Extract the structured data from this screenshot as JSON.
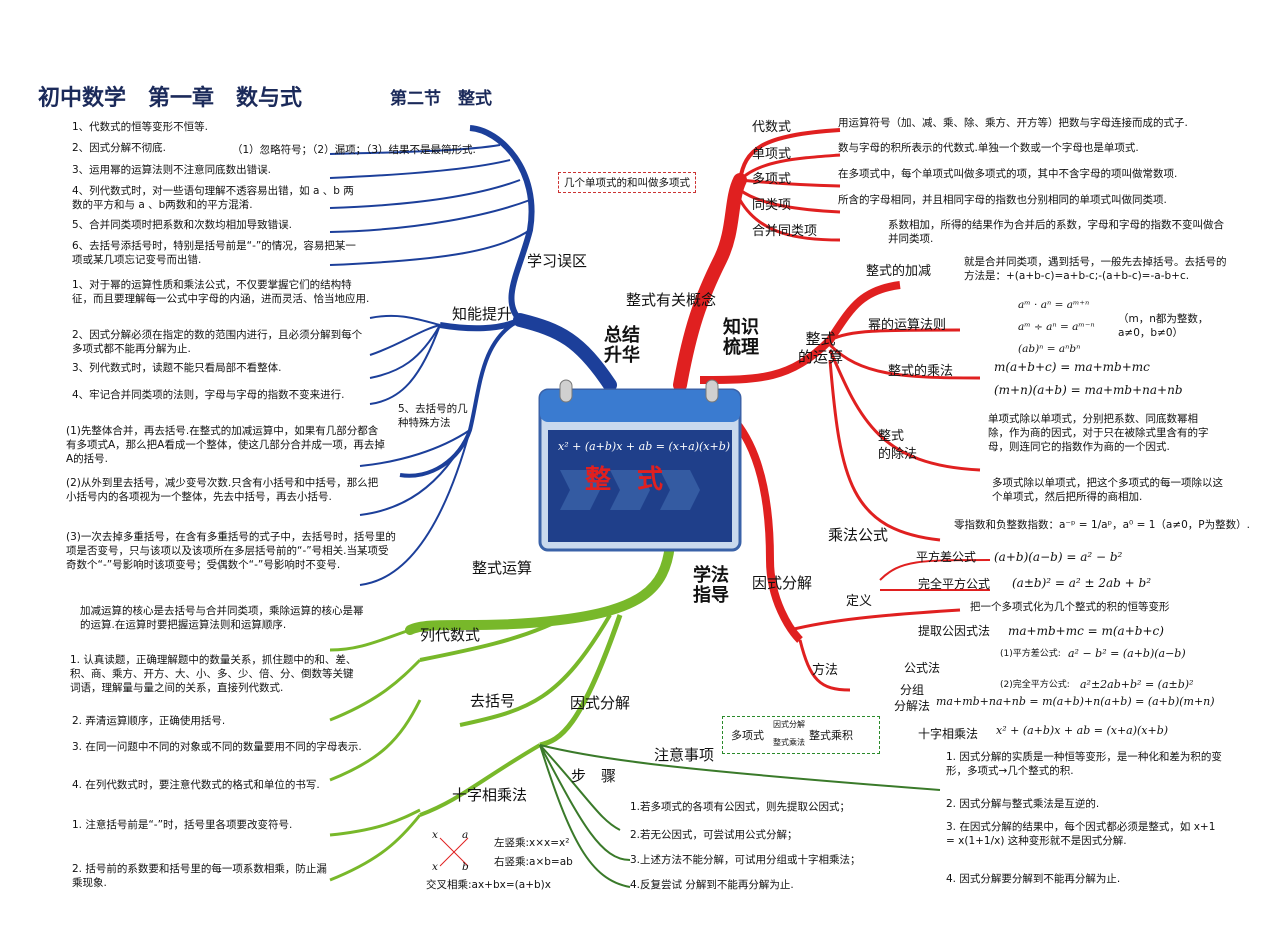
{
  "title": "初中数学　第一章　数与式",
  "subtitle": "第二节　整式",
  "colors": {
    "blue": "#1c3f9a",
    "red": "#e02020",
    "green": "#78b82a",
    "darkgreen": "#3a7a2a",
    "title": "#1b2a5a"
  },
  "center": {
    "title": "整　式",
    "formula": "x² + (a+b)x + ab = (x+a)(x+b)"
  },
  "quadrants": {
    "summary": "总结\n升华",
    "knowledge": "知识\n梳理",
    "method": "学法\n指导"
  },
  "blue": {
    "mistakes_label": "学习误区",
    "mistakes": [
      "1、代数式的恒等变形不恒等.",
      "2、因式分解不彻底.",
      "3、运用幂的运算法则不注意同底数出错误.",
      "4、列代数式时，对一些语句理解不透容易出错，如 a 、b 两数的平方和与 a 、b两数和的平方混淆.",
      "5、合并同类项时把系数和次数均相加导致错误.",
      "6、去括号添括号时，特别是括号前是“-”的情况，容易把某一项或某几项忘记变号而出错."
    ],
    "mistake2_detail": "（1）忽略符号；（2）漏项；（3）结果不是最简形式.",
    "ability_label": "知能提升",
    "ability": [
      "1、对于幂的运算性质和乘法公式，不仅要掌握它们的结构特征，而且要理解每一公式中字母的内涵，进而灵活、恰当地应用.",
      "2、因式分解必须在指定的数的范围内进行，且必须分解到每个多项式都不能再分解为止.",
      "3、列代数式时，读题不能只看局部不看整体.",
      "4、牢记合并同类项的法则，字母与字母的指数不变来进行."
    ],
    "bracket_label": "5、去括号的几种特殊方法",
    "bracket": [
      "(1)先整体合并，再去括号.在整式的加减运算中，如果有几部分都含有多项式A，那么把A看成一个整体，使这几部分合并成一项，再去掉A的括号.",
      "(2)从外到里去括号，减少变号次数.只含有小括号和中括号，那么把小括号内的各项视为一个整体，先去中括号，再去小括号.",
      "(3)一次去掉多重括号，在含有多重括号的式子中，去括号时，括号里的项是否变号，只与该项以及该项所在多层括号前的“-”号相关.当某项受奇数个“-”号影响时该项变号；受偶数个“-”号影响时不变号."
    ]
  },
  "red": {
    "concepts_label": "整式有关概念",
    "concepts": [
      {
        "term": "代数式",
        "def": "用运算符号（加、减、乘、除、乘方、开方等）把数与字母连接而成的式子."
      },
      {
        "term": "单项式",
        "def": "数与字母的积所表示的代数式.单独一个数或一个字母也是单项式."
      },
      {
        "term": "多项式",
        "def": "在多项式中，每个单项式叫做多项式的项，其中不含字母的项叫做常数项."
      },
      {
        "term": "同类项",
        "def": "所含的字母相同，并且相同字母的指数也分别相同的单项式叫做同类项."
      },
      {
        "term": "合并同类项",
        "def": "系数相加，所得的结果作为合并后的系数，字母和字母的指数不变叫做合并同类项."
      }
    ],
    "poly_note": "几个单项式的和叫做多项式",
    "ops_label": "整式\n的运算",
    "add_label": "整式的加减",
    "add_def": "就是合并同类项，遇到括号，一般先去掉括号。去括号的方法是：+(a+b-c)=a+b-c;-(a+b-c)=-a-b+c.",
    "power_label": "幂的运算法则",
    "power_rules": [
      "aᵐ · aⁿ = aᵐ⁺ⁿ",
      "aᵐ ÷ aⁿ = aᵐ⁻ⁿ",
      "(ab)ⁿ = aⁿbⁿ"
    ],
    "power_cond": "（m，n都为整数，a≠0，b≠0）",
    "mul_label": "整式的乘法",
    "mul_rules": [
      "m(a+b+c) = ma+mb+mc",
      "(m+n)(a+b) = ma+mb+na+nb"
    ],
    "div_label": "整式\n的除法",
    "div_rules": [
      "单项式除以单项式，分别把系数、同底数幂相除，作为商的因式，对于只在被除式里含有的字母，则连同它的指数作为商的一个因式.",
      "多项式除以单项式，把这个多项式的每一项除以这个单项式，然后把所得的商相加."
    ],
    "zero_exp": "零指数和负整数指数：a⁻ᵖ = 1/aᵖ，a⁰ = 1（a≠0，P为整数）.",
    "formula_label": "乘法公式",
    "sq_diff_label": "平方差公式",
    "sq_diff": "(a+b)(a−b) = a² − b²",
    "perfect_sq_label": "完全平方公式",
    "perfect_sq": "(a±b)² = a² ± 2ab + b²",
    "factor_label": "因式分解",
    "def_label": "定义",
    "def": "把一个多项式化为几个整式的积的恒等变形",
    "method_label": "方法",
    "extract_label": "提取公因式法",
    "extract": "ma+mb+mc = m(a+b+c)",
    "formula_method_label": "公式法",
    "fm1_label": "(1)平方差公式:",
    "fm1": "a² − b² = (a+b)(a−b)",
    "fm2_label": "(2)完全平方公式:",
    "fm2": "a²±2ab+b² = (a±b)²",
    "group_label": "分组\n分解法",
    "group": "ma+mb+na+nb = m(a+b)+n(a+b) = (a+b)(m+n)",
    "cross_label": "十字相乘法",
    "cross": "x² + (a+b)x + ab = (x+a)(x+b)"
  },
  "green": {
    "ops_label": "整式运算",
    "ops_note": "加减运算的核心是去括号与合并同类项，乘除运算的核心是幂的运算.在运算时要把握运算法则和运算顺序.",
    "list_label": "列代数式",
    "list": [
      "1.  认真读题，正确理解题中的数量关系，抓住题中的和、差、积、商、乘方、开方、大、小、多、少、倍、分、倒数等关键词语，理解量与量之间的关系，直接列代数式.",
      "2.  弄清运算顺序，正确使用括号.",
      "3.  在同一问题中不同的对象或不同的数量要用不同的字母表示.",
      "4.  在列代数式时，要注意代数式的格式和单位的书写."
    ],
    "bracket_label": "去括号",
    "bracket": [
      "1.  注意括号前是“-”时，括号里各项要改变符号.",
      "2.  括号前的系数要和括号里的每一项系数相乘，防止漏乘现象."
    ],
    "factor_label": "因式分解",
    "cross_label": "十字相乘法",
    "cross_left": "左竖乘:x×x=x²",
    "cross_right": "右竖乘:a×b=ab",
    "cross_mix": "交叉相乘:ax+bx=(a+b)x",
    "steps_label": "步　骤",
    "steps": [
      "1.若多项式的各项有公因式，则先提取公因式；",
      "2.若无公因式，可尝试用公式分解；",
      "3.上述方法不能分解，可试用分组或十字相乘法；",
      "4.反复尝试 分解到不能再分解为止."
    ],
    "notes_label": "注意事项",
    "notes": [
      "1. 因式分解的实质是一种恒等变形，是一种化和差为积的变形，多项式→几个整式的积.",
      "2. 因式分解与整式乘法是互逆的.",
      "3. 在因式分解的结果中，每个因式都必须是整式，如 x+1 = x(1+1/x) 这种变形就不是因式分解.",
      "4. 因式分解要分解到不能再分解为止."
    ],
    "box_left": "多项式",
    "box_top": "因式分解",
    "box_bottom": "整式乘法",
    "box_right": "整式乘积"
  }
}
